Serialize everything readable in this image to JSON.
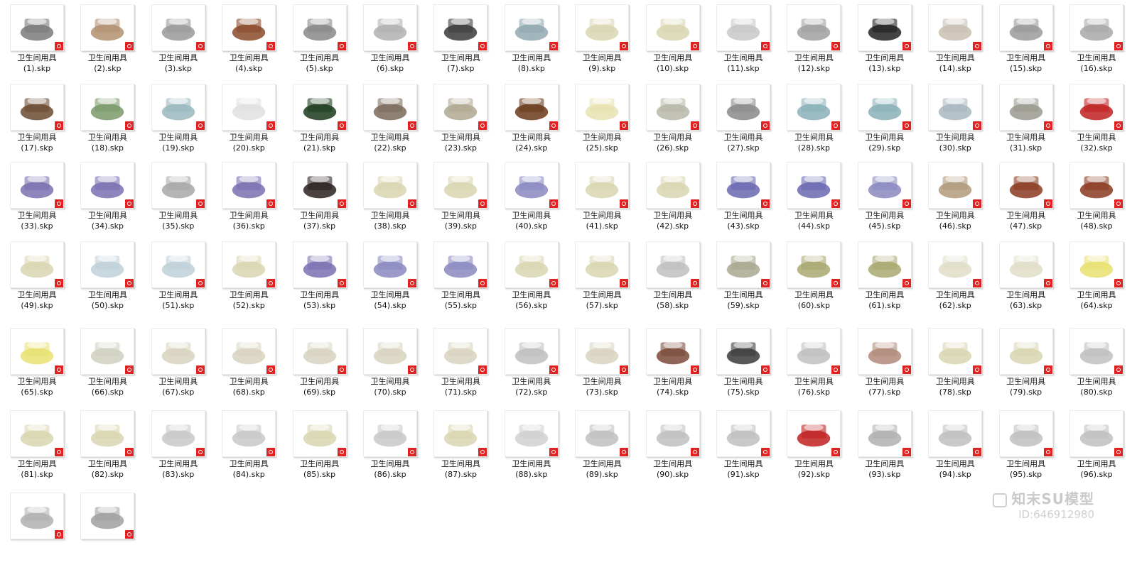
{
  "item_label": "卫生间用具",
  "file_ext": ".skp",
  "items": [
    {
      "n": "(1)",
      "c": "#7a7a7a"
    },
    {
      "n": "(2)",
      "c": "#b09070"
    },
    {
      "n": "(3)",
      "c": "#999999"
    },
    {
      "n": "(4)",
      "c": "#8a4a2a"
    },
    {
      "n": "(5)",
      "c": "#888888"
    },
    {
      "n": "(6)",
      "c": "#b0b0b0"
    },
    {
      "n": "(7)",
      "c": "#3a3a3a"
    },
    {
      "n": "(8)",
      "c": "#8fa8b0"
    },
    {
      "n": "(9)",
      "c": "#d8d6b0"
    },
    {
      "n": "(10)",
      "c": "#d8d6b0"
    },
    {
      "n": "(11)",
      "c": "#c8c8c8"
    },
    {
      "n": "(12)",
      "c": "#a0a0a0"
    },
    {
      "n": "(13)",
      "c": "#222222"
    },
    {
      "n": "(14)",
      "c": "#c8c0b0"
    },
    {
      "n": "(15)",
      "c": "#9a9a9a"
    },
    {
      "n": "(16)",
      "c": "#a8a8a8"
    },
    {
      "n": "(17)",
      "c": "#6a4a30"
    },
    {
      "n": "(18)",
      "c": "#7a9a6a"
    },
    {
      "n": "(19)",
      "c": "#9ab8c0"
    },
    {
      "n": "(20)",
      "c": "#e0e0e0"
    },
    {
      "n": "(21)",
      "c": "#1a3a1a"
    },
    {
      "n": "(22)",
      "c": "#7a6a5a"
    },
    {
      "n": "(23)",
      "c": "#b0a890"
    },
    {
      "n": "(24)",
      "c": "#6a3a1a"
    },
    {
      "n": "(25)",
      "c": "#e8e2b0"
    },
    {
      "n": "(26)",
      "c": "#b8b8a8"
    },
    {
      "n": "(27)",
      "c": "#8a8a8a"
    },
    {
      "n": "(28)",
      "c": "#8ab0b8"
    },
    {
      "n": "(29)",
      "c": "#8ab0b8"
    },
    {
      "n": "(30)",
      "c": "#a8b8c0"
    },
    {
      "n": "(31)",
      "c": "#9a9a90"
    },
    {
      "n": "(32)",
      "c": "#c02020"
    },
    {
      "n": "(33)",
      "c": "#7a70b0"
    },
    {
      "n": "(34)",
      "c": "#7a70b0"
    },
    {
      "n": "(35)",
      "c": "#a8a8a8"
    },
    {
      "n": "(36)",
      "c": "#7a70b0"
    },
    {
      "n": "(37)",
      "c": "#2a2020"
    },
    {
      "n": "(38)",
      "c": "#d8d6b0"
    },
    {
      "n": "(39)",
      "c": "#d8d6b0"
    },
    {
      "n": "(40)",
      "c": "#8a88c0"
    },
    {
      "n": "(41)",
      "c": "#d8d6b0"
    },
    {
      "n": "(42)",
      "c": "#d8d6b0"
    },
    {
      "n": "(43)",
      "c": "#6a68b0"
    },
    {
      "n": "(44)",
      "c": "#6a68b0"
    },
    {
      "n": "(45)",
      "c": "#8a88c0"
    },
    {
      "n": "(46)",
      "c": "#b09a7a"
    },
    {
      "n": "(47)",
      "c": "#8a3a20"
    },
    {
      "n": "(48)",
      "c": "#8a3a20"
    },
    {
      "n": "(49)",
      "c": "#d8d6b0"
    },
    {
      "n": "(50)",
      "c": "#c0d0d8"
    },
    {
      "n": "(51)",
      "c": "#c0d0d8"
    },
    {
      "n": "(52)",
      "c": "#d8d6b0"
    },
    {
      "n": "(53)",
      "c": "#7a70b0"
    },
    {
      "n": "(54)",
      "c": "#8a88c0"
    },
    {
      "n": "(55)",
      "c": "#8a88c0"
    },
    {
      "n": "(56)",
      "c": "#d8d6b0"
    },
    {
      "n": "(57)",
      "c": "#d8d6b0"
    },
    {
      "n": "(58)",
      "c": "#c0c0c0"
    },
    {
      "n": "(59)",
      "c": "#a8a890"
    },
    {
      "n": "(60)",
      "c": "#a8a870"
    },
    {
      "n": "(61)",
      "c": "#a8a870"
    },
    {
      "n": "(62)",
      "c": "#e0ddc8"
    },
    {
      "n": "(63)",
      "c": "#e0ddc8"
    },
    {
      "n": "(64)",
      "c": "#e8e070"
    },
    {
      "n": "(65)",
      "c": "#e8e070"
    },
    {
      "n": "(66)",
      "c": "#d0d0c0"
    },
    {
      "n": "(67)",
      "c": "#d8d4c0"
    },
    {
      "n": "(68)",
      "c": "#d8d4c0"
    },
    {
      "n": "(69)",
      "c": "#d8d4c0"
    },
    {
      "n": "(70)",
      "c": "#d8d4c0"
    },
    {
      "n": "(71)",
      "c": "#d8d4c0"
    },
    {
      "n": "(72)",
      "c": "#c0c0c0"
    },
    {
      "n": "(73)",
      "c": "#d8d4c0"
    },
    {
      "n": "(74)",
      "c": "#7a4a3a"
    },
    {
      "n": "(75)",
      "c": "#3a3a3a"
    },
    {
      "n": "(76)",
      "c": "#c0c0c0"
    },
    {
      "n": "(77)",
      "c": "#b08a7a"
    },
    {
      "n": "(78)",
      "c": "#d8d6b0"
    },
    {
      "n": "(79)",
      "c": "#d8d6b0"
    },
    {
      "n": "(80)",
      "c": "#c0c0c0"
    },
    {
      "n": "(81)",
      "c": "#d8d6b0"
    },
    {
      "n": "(82)",
      "c": "#d8d6b0"
    },
    {
      "n": "(83)",
      "c": "#c8c8c8"
    },
    {
      "n": "(84)",
      "c": "#c8c8c8"
    },
    {
      "n": "(85)",
      "c": "#d8d6b0"
    },
    {
      "n": "(86)",
      "c": "#c8c8c8"
    },
    {
      "n": "(87)",
      "c": "#d8d6b0"
    },
    {
      "n": "(88)",
      "c": "#d0d0d0"
    },
    {
      "n": "(89)",
      "c": "#c0c0c0"
    },
    {
      "n": "(90)",
      "c": "#c0c0c0"
    },
    {
      "n": "(91)",
      "c": "#c0c0c0"
    },
    {
      "n": "(92)",
      "c": "#c02020"
    },
    {
      "n": "(93)",
      "c": "#b0b0b0"
    },
    {
      "n": "(94)",
      "c": "#c0c0c0"
    },
    {
      "n": "(95)",
      "c": "#c0c0c0"
    },
    {
      "n": "(96)",
      "c": "#c0c0c0"
    },
    {
      "n": "",
      "c": "#b0b0b0"
    },
    {
      "n": "",
      "c": "#a0a0a0"
    }
  ],
  "watermark": {
    "brand": "知末SU模型",
    "id": "ID:646912980"
  }
}
